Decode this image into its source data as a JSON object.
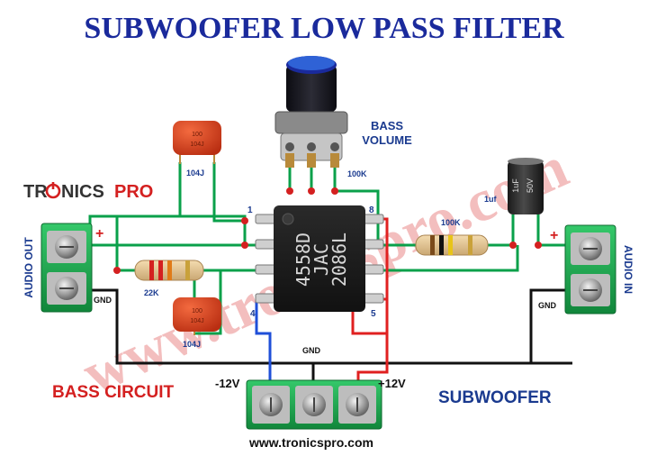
{
  "title": "SUBWOOFER LOW PASS FILTER",
  "brand": {
    "part1": "TR",
    "part2": "NICS",
    "part3": "PRO"
  },
  "watermark": "www.tronicspro.com",
  "labels": {
    "bass_volume_1": "BASS",
    "bass_volume_2": "VOLUME",
    "pot_value": "100K",
    "cap_top": "104J",
    "cap_bottom": "104J",
    "cap_top_print1": "100",
    "cap_top_print2": "104J",
    "cap_bot_print1": "100",
    "cap_bot_print2": "104J",
    "res_left": "22K",
    "res_right": "100K",
    "elec_cap": "1uf",
    "elec_print1": "1uF",
    "elec_print2": "50V",
    "chip_line1": "4558D",
    "chip_line2": "JAC",
    "chip_line3": "2086L",
    "pin1": "1",
    "pin8": "8",
    "pin4": "4",
    "pin5": "5",
    "audio_out": "AUDIO OUT",
    "audio_in": "AUDIO IN",
    "plus_left": "+",
    "plus_right": "+",
    "gnd_left": "GND",
    "gnd_right": "GND",
    "gnd_bottom": "GND",
    "neg12": "-12V",
    "pos12": "+12V",
    "bass_circuit": "BASS CIRCUIT",
    "subwoofer": "SUBWOOFER",
    "website": "www.tronicspro.com"
  },
  "colors": {
    "title": "#1a2a9c",
    "label_blue": "#1a3a8f",
    "label_red": "#d42020",
    "wire_green": "#0aa04a",
    "wire_black": "#111111",
    "wire_red": "#e02020",
    "wire_blue": "#1f4fd8",
    "cap_orange": "#d9441f",
    "terminal_green": "#1aa64c"
  }
}
